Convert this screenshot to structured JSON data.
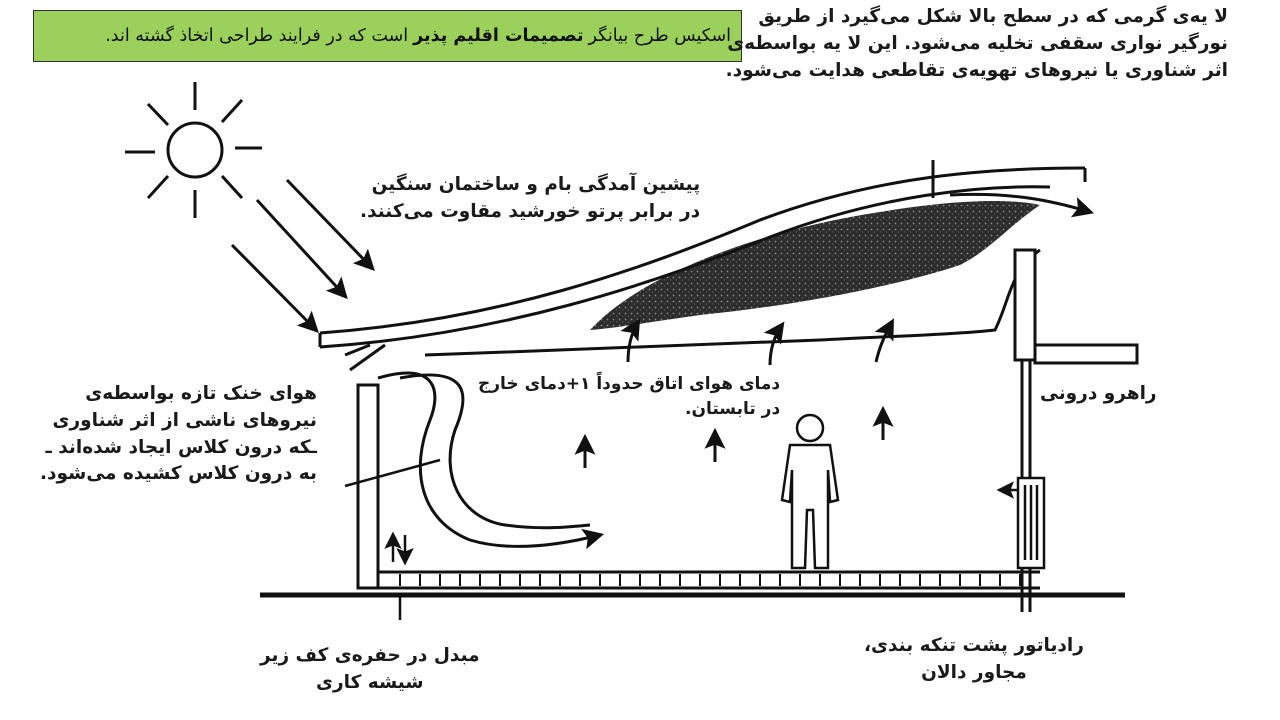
{
  "caption": {
    "prefix": "اسکیس طرح بیانگر",
    "emphasis": "تصمیمات اقلیم پذیر",
    "suffix": "است که در فرایند طراحی اتخاذ گشته اند."
  },
  "labels": {
    "roof_exhaust": [
      "لا یه‌ی گرمی که در سطح بالا شکل می‌گیرد از طریق",
      "نورگیر نواری سقفی تخلیه می‌شود. این لا یه بواسطه‌ی",
      "اثر شناوری یا نیروهای تهویه‌ی تقاطعی هدایت می‌شود."
    ],
    "roof_overhang": [
      "پیشین آمدگی بام و ساختمان سنگین",
      "در برابر پرتو خورشید مقاوت می‌کنند."
    ],
    "room_temp": [
      "دمای هوای اتاق حدوداً ۱+دمای خارج",
      "در تابستان."
    ],
    "inner_corridor": [
      "راهرو درونی"
    ],
    "cool_air": [
      "هوای خنک تازه بواسطه‌ی",
      "نیروهای ناشی از اثر شناوری",
      "ـکه درون کلاس ایجاد شده‌اند ـ",
      "به درون کلاس کشیده می‌شود."
    ],
    "floor_exchanger": [
      "مبدل در حفره‌ی کف زیر",
      "شیشه کاری"
    ],
    "radiator": [
      "رادیاتور پشت تنکه بندی،",
      "مجاور دالان"
    ]
  },
  "colors": {
    "caption_bg": "#9bd15a",
    "ink": "#1a1a1a",
    "hot_layer": "#2c2c2c"
  }
}
